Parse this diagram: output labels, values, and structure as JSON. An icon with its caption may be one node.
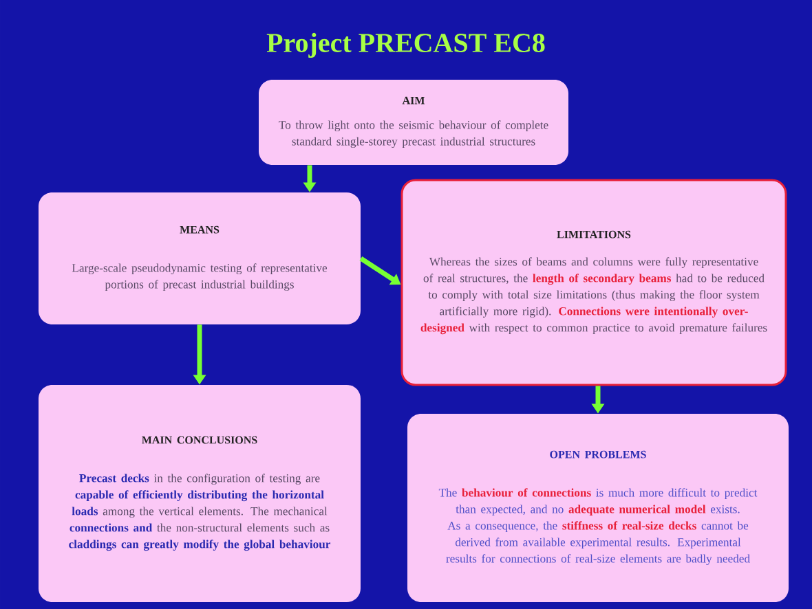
{
  "diagram": {
    "title": "Project PRECAST EC8",
    "nodes": [
      {
        "text": [
          "AIM",
          "To throw light onto the seismic behaviour of complete standard single-storey precast industrial structures"
        ]
      },
      {
        "text": [
          "MEANS",
          "Large-scale pseudodynamic testing of representative portions of precast industrial buildings"
        ]
      },
      {
        "text": [
          "LIMITATIONS",
          "Whereas the sizes of beams and columns were fully representative of real structures, the **length of secondary beams** had to be reduced to comply with total size limitations (thus making the floor system artificially more rigid). **Connections were intentionally over-designed** with respect to common practice to avoid premature failures"
        ]
      },
      {
        "text": [
          "MAIN CONCLUSIONS",
          "**Precast decks** in the configuration of testing are **capable of efficiently distributing the horizontal loads** among the vertical elements. The mechanical **connections and** the non-structural elements such as **claddings can greatly modify the global behaviour**"
        ]
      },
      {
        "text": [
          "OPEN PROBLEMS",
          "The **behaviour of connections** is much more difficult to predict than expected, and no **adequate numerical model** exists. As a consequence, the **stiffness of real-size decks** cannot be derived from available experimental results. Experimental results for connections of real-size elements are badly needed"
        ]
      }
    ],
    "edges": [
      {
        "from": 0,
        "to": 1,
        "arrow": "to"
      },
      {
        "from": 1,
        "to": 2,
        "arrow": "to"
      },
      {
        "from": 1,
        "to": 3,
        "arrow": "to"
      },
      {
        "from": 2,
        "to": 4,
        "arrow": "to"
      }
    ]
  }
}
